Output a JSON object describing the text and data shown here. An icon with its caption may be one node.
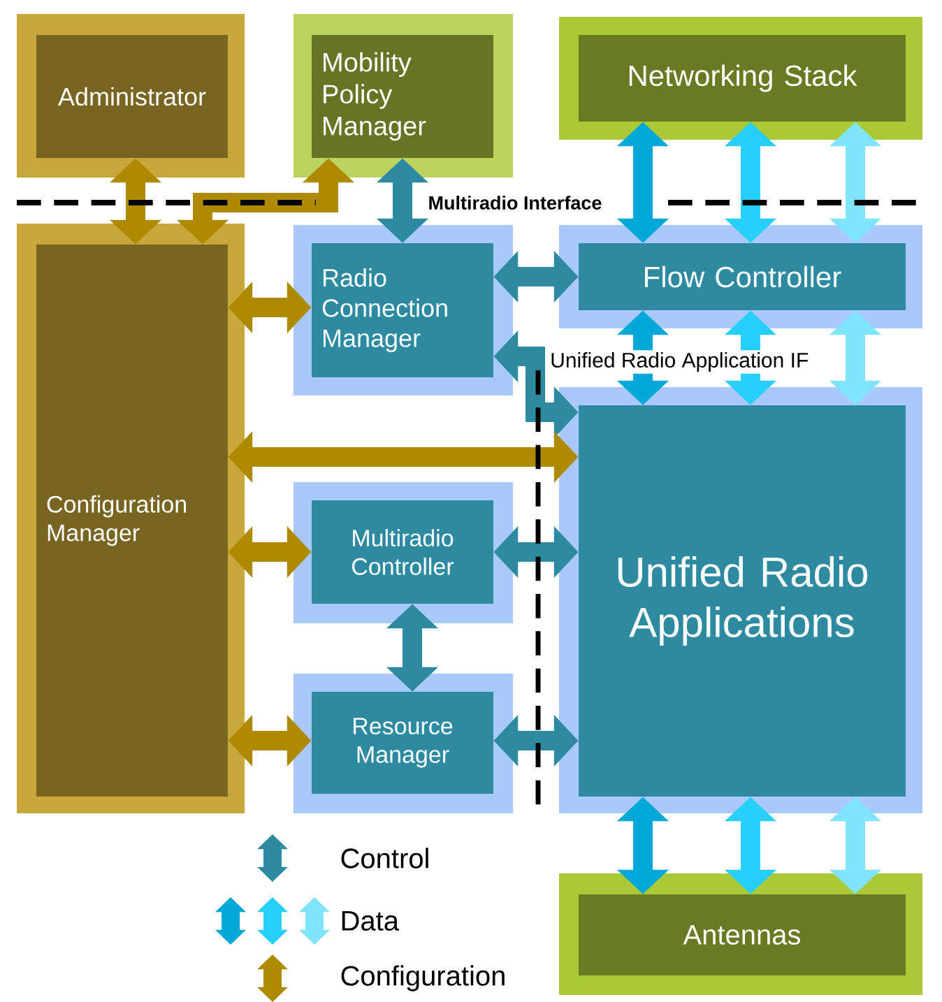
{
  "diagram": {
    "nodes": [
      {
        "text": [
          "Administrator"
        ]
      },
      {
        "text": [
          "Mobility Policy Manager"
        ]
      },
      {
        "text": [
          "Networking Stack"
        ]
      },
      {
        "text": [
          "Configuration Manager"
        ]
      },
      {
        "text": [
          "Radio Connection Manager"
        ]
      },
      {
        "text": [
          "Flow Controller"
        ]
      },
      {
        "text": [
          "Unified Radio Applications"
        ]
      },
      {
        "text": [
          "Multiradio Controller"
        ]
      },
      {
        "text": [
          "Resource Manager"
        ]
      },
      {
        "text": [
          "Antennas"
        ]
      }
    ],
    "edges": [
      {
        "from": 0,
        "to": 3,
        "arrow": "both",
        "color": "#ad8a00"
      },
      {
        "from": 3,
        "to": 1,
        "arrow": "both",
        "color": "#ad8a00"
      },
      {
        "from": 1,
        "to": 4,
        "arrow": "both",
        "color": "#2d8aa0"
      },
      {
        "from": 3,
        "to": 4,
        "arrow": "both",
        "color": "#ad8a00"
      },
      {
        "from": 4,
        "to": 5,
        "arrow": "both",
        "color": "#2d8aa0"
      },
      {
        "from": 4,
        "to": 6,
        "arrow": "both",
        "color": "#2d8aa0"
      },
      {
        "from": 3,
        "to": 6,
        "arrow": "both",
        "color": "#ad8a00"
      },
      {
        "from": 3,
        "to": 7,
        "arrow": "both",
        "color": "#ad8a00"
      },
      {
        "from": 3,
        "to": 8,
        "arrow": "both",
        "color": "#ad8a00"
      },
      {
        "from": 7,
        "to": 6,
        "arrow": "both",
        "color": "#2d8aa0"
      },
      {
        "from": 7,
        "to": 8,
        "arrow": "both",
        "color": "#2d8aa0"
      },
      {
        "from": 8,
        "to": 6,
        "arrow": "both",
        "color": "#2d8aa0"
      },
      {
        "from": 2,
        "to": 5,
        "arrow": "both",
        "color": "#00a8d8"
      },
      {
        "from": 2,
        "to": 5,
        "arrow": "both",
        "color": "#26d0fa"
      },
      {
        "from": 2,
        "to": 5,
        "arrow": "both",
        "color": "#80e4fc"
      },
      {
        "from": 5,
        "to": 6,
        "arrow": "both",
        "color": "#00a8d8"
      },
      {
        "from": 5,
        "to": 6,
        "arrow": "both",
        "color": "#26d0fa"
      },
      {
        "from": 5,
        "to": 6,
        "arrow": "both",
        "color": "#80e4fc"
      },
      {
        "from": 6,
        "to": 9,
        "arrow": "both",
        "color": "#00a8d8"
      },
      {
        "from": 6,
        "to": 9,
        "arrow": "both",
        "color": "#26d0fa"
      },
      {
        "from": 6,
        "to": 9,
        "arrow": "both",
        "color": "#80e4fc"
      }
    ],
    "labels": [
      "Multiradio Interface",
      "Unified Radio Application IF"
    ],
    "legend": [
      {
        "text": "Control"
      },
      {
        "text": "Data"
      },
      {
        "text": "Configuration"
      }
    ]
  }
}
